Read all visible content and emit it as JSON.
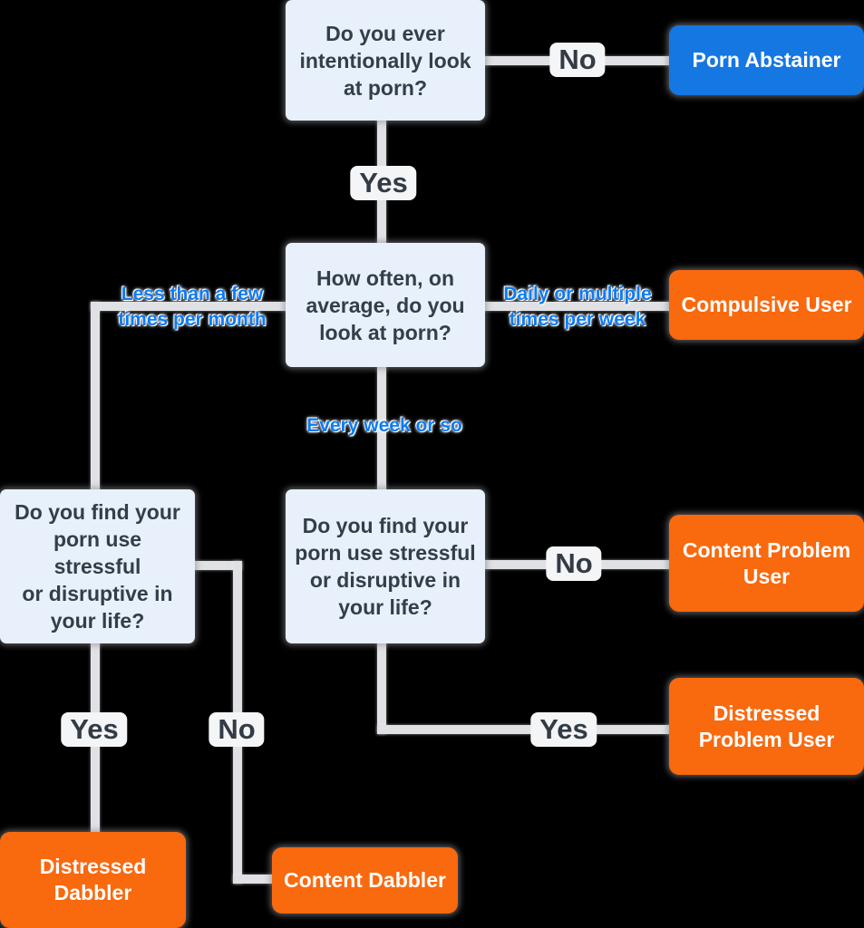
{
  "title": "Porn use decision flowchart",
  "palette": {
    "bg": "#000000",
    "question_bg": "#e8f1fb",
    "question_text": "#333e48",
    "abstainer_bg": "#1577e2",
    "outcome_bg": "#f9690e",
    "outcome_text": "#ffffff",
    "connector": "#e0e1e5",
    "label_dark": "#333b45",
    "label_bg": "#f4f5f7",
    "label_blue": "#0d7bf3"
  },
  "nodes": {
    "q1": {
      "label": "Do you ever\nintentionally look\nat porn?"
    },
    "q2": {
      "label": "How often, on\naverage, do you\nlook at porn?"
    },
    "q3": {
      "label": "Do you find your\nporn use stressful\nor disruptive in\nyour life?"
    },
    "q4": {
      "label": "Do you find your\nporn use stressful\nor disruptive in\nyour life?"
    },
    "porn_abstainer": {
      "label": "Porn Abstainer"
    },
    "compulsive_user": {
      "label": "Compulsive User"
    },
    "content_problem_user": {
      "label": "Content Problem\nUser"
    },
    "distressed_problem_user": {
      "label": "Distressed\nProblem User"
    },
    "distressed_dabbler": {
      "label": "Distressed\nDabbler"
    },
    "content_dabbler": {
      "label": "Content Dabbler"
    }
  },
  "edge_labels": {
    "q1_no": "No",
    "q1_yes": "Yes",
    "q2_less": "Less than a few\ntimes per month",
    "q2_daily": "Daily or multiple\ntimes per week",
    "q2_weekly": "Every week or so",
    "q3_yes": "Yes",
    "q3_no": "No",
    "q4_no": "No",
    "q4_yes": "Yes"
  }
}
